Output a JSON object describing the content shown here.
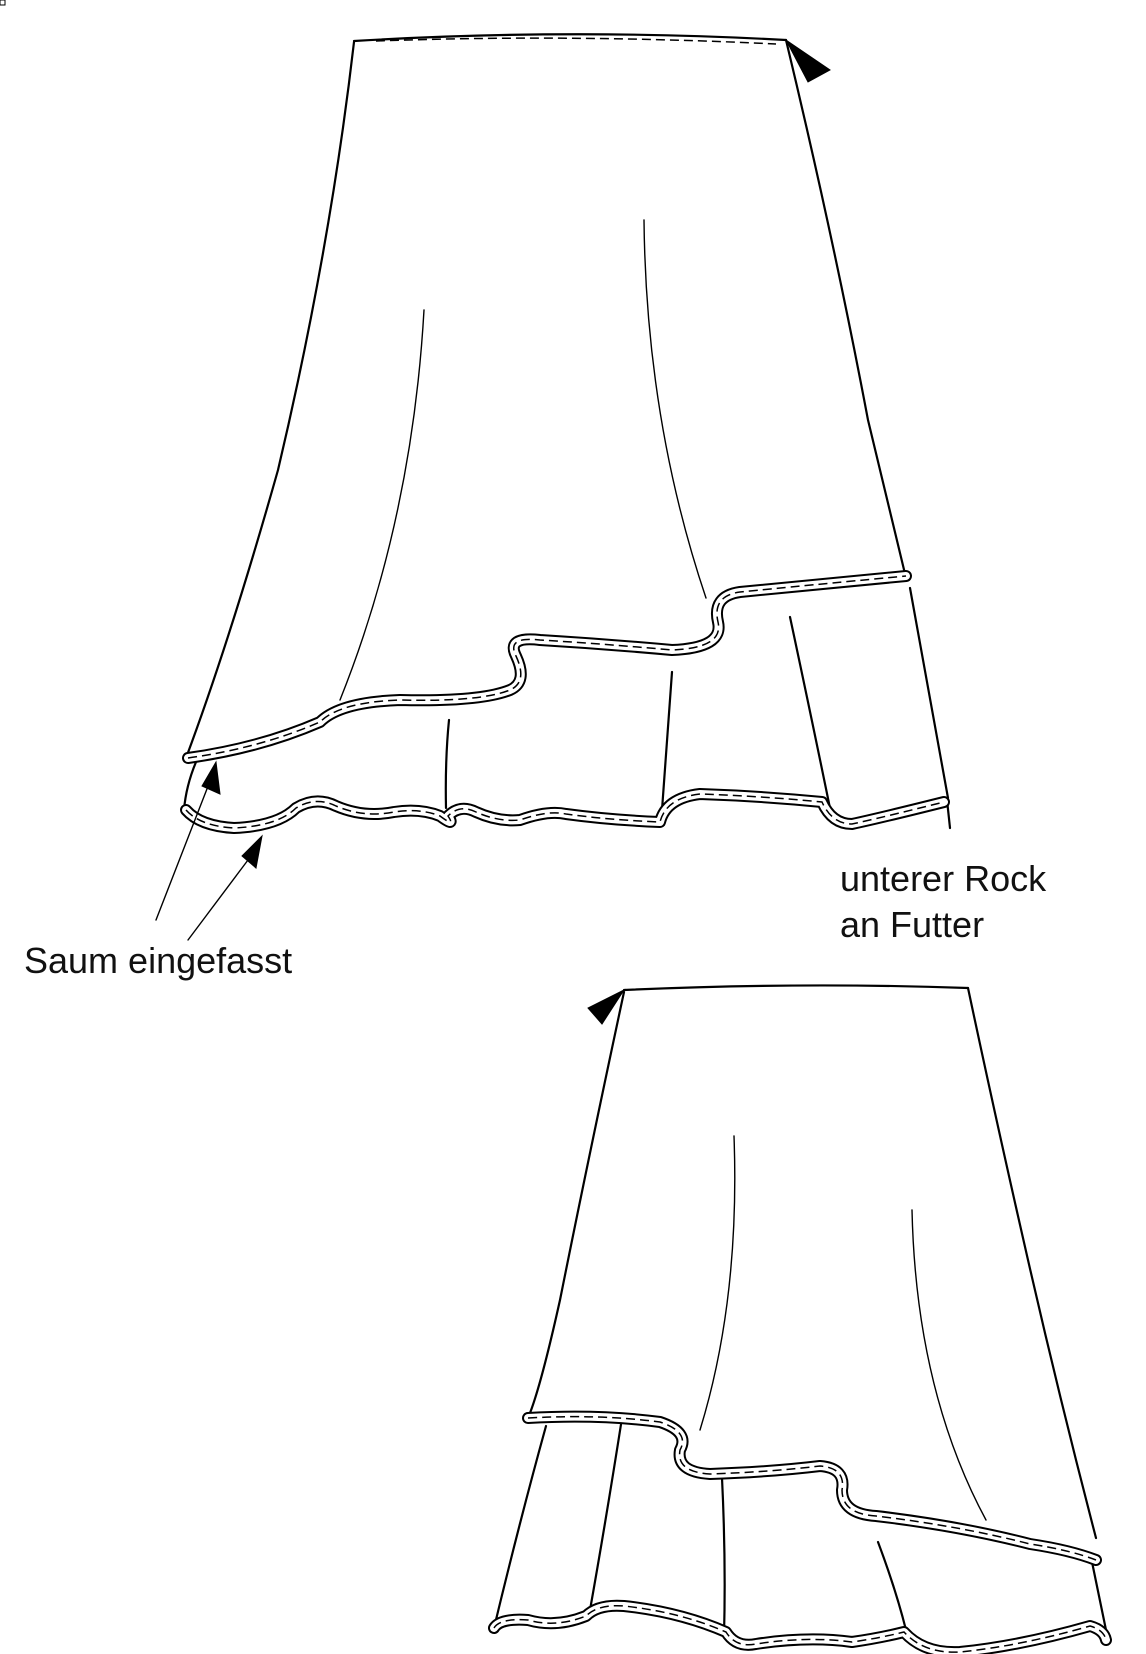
{
  "labels": {
    "hem": "Saum eingefasst",
    "under_line1": "unterer Rock",
    "under_line2": "an Futter"
  }
}
